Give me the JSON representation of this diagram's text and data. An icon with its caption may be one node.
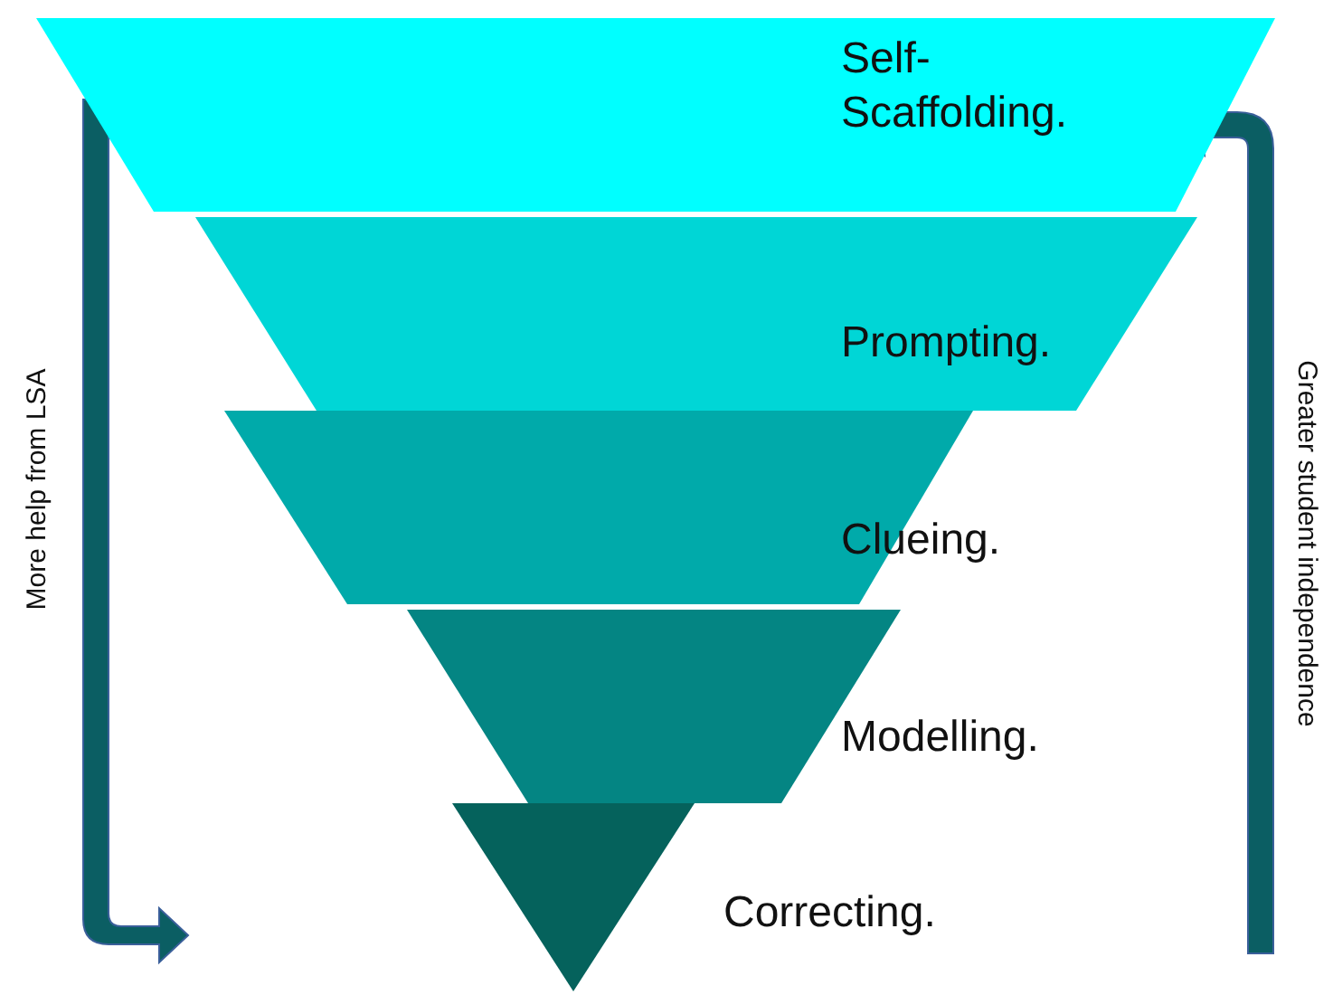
{
  "diagram": {
    "nodes": [
      {
        "text": [
          "Self-Scaffolding."
        ]
      },
      {
        "text": [
          "Prompting."
        ]
      },
      {
        "text": [
          "Clueing."
        ]
      },
      {
        "text": [
          "Modelling."
        ]
      },
      {
        "text": [
          "Correcting."
        ]
      }
    ],
    "labels": [
      "More help from LSA",
      "Greater student independence"
    ]
  }
}
